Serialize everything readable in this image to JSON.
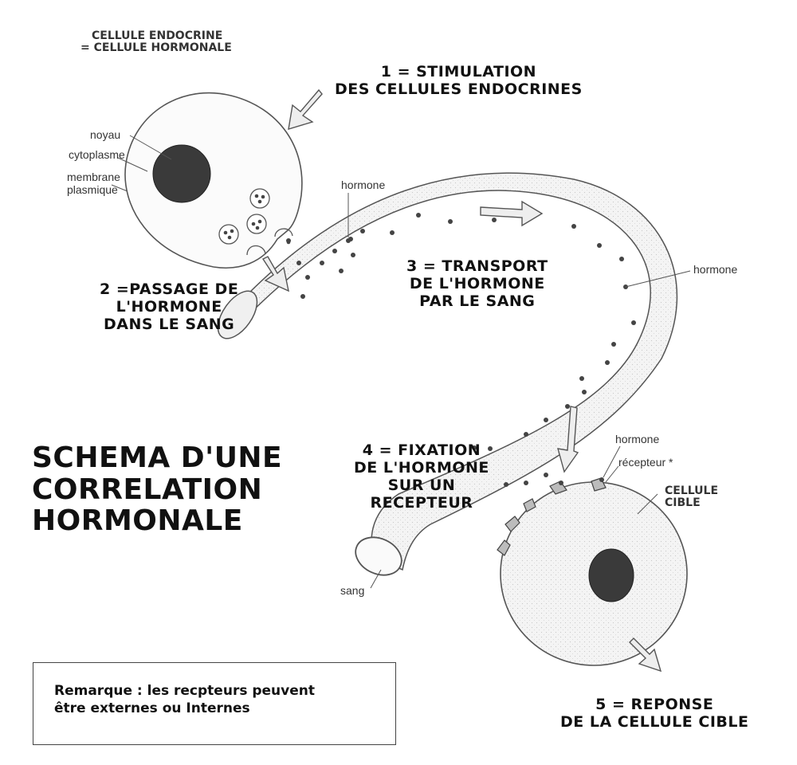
{
  "cell_endocrine": {
    "title_line1": "CELLULE ENDOCRINE",
    "title_line2": "= CELLULE HORMONALE",
    "labels": {
      "noyau": "noyau",
      "cytoplasme": "cytoplasme",
      "membrane_line1": "membrane",
      "membrane_line2": "plasmique"
    }
  },
  "steps": {
    "step1": {
      "line1": "1 = STIMULATION",
      "line2": "DES CELLULES ENDOCRINES"
    },
    "step2": {
      "line1": "2 =PASSAGE DE",
      "line2": "L'HORMONE",
      "line3": "DANS LE SANG"
    },
    "step3": {
      "line1": "3 = TRANSPORT",
      "line2": "DE L'HORMONE",
      "line3": "PAR LE SANG"
    },
    "step4": {
      "line1": "4 = FIXATION",
      "line2": "DE L'HORMONE",
      "line3": "SUR UN",
      "line4": "RECEPTEUR"
    },
    "step5": {
      "line1": "5 = REPONSE",
      "line2": "DE LA CELLULE CIBLE"
    }
  },
  "vessel_labels": {
    "hormone_top": "hormone",
    "hormone_right": "hormone",
    "sang": "sang"
  },
  "target_cell": {
    "hormone": "hormone",
    "recepteur": "récepteur *",
    "title_line1": "CELLULE",
    "title_line2": "CIBLE"
  },
  "main_title": {
    "line1": "SCHEMA D'UNE",
    "line2": "CORRELATION",
    "line3": "HORMONALE"
  },
  "remark": {
    "line1": "Remarque : les recpteurs peuvent",
    "line2": "être externes ou Internes"
  },
  "colors": {
    "nucleus": "#3a3a3a",
    "vessel_fill": "#f2f2f2",
    "outline": "#555555",
    "dot": "#444444",
    "arrow_fill": "#eeeeee"
  }
}
